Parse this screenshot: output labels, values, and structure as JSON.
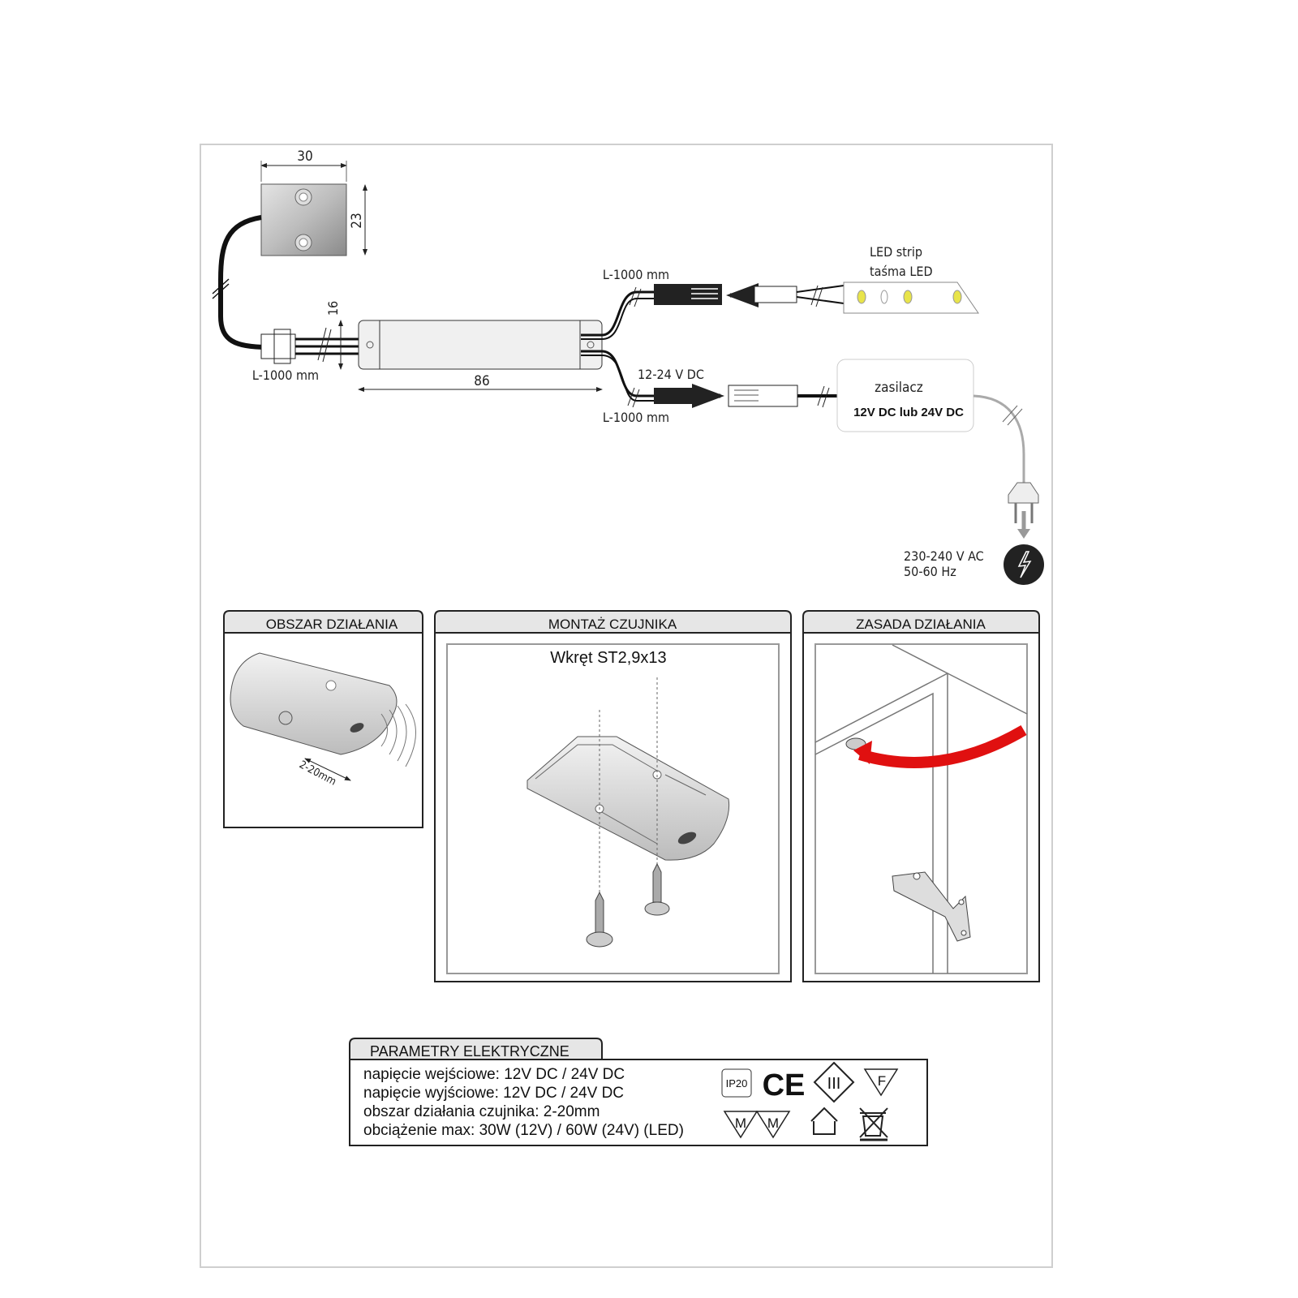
{
  "wiring": {
    "dim_width": "30",
    "dim_height": "23",
    "dim_box_height": "16",
    "dim_box_length": "86",
    "sensor_cable_length": "L-1000 mm",
    "led_cable_length": "L-1000 mm",
    "power_cable_length": "L-1000 mm",
    "power_voltage": "12-24 V DC",
    "led_strip_en": "LED strip",
    "led_strip_pl": "taśma LED",
    "psu_title": "zasilacz",
    "psu_rating": "12V DC lub 24V DC",
    "mains_voltage": "230-240 V AC",
    "mains_freq": "50-60 Hz"
  },
  "panels": {
    "range": {
      "title": "OBSZAR DZIAŁANIA",
      "range_label": "2-20mm"
    },
    "mounting": {
      "title": "MONTAŻ CZUJNIKA",
      "screw_label": "Wkręt ST2,9x13"
    },
    "principle": {
      "title": "ZASADA DZIAŁANIA"
    }
  },
  "params": {
    "title": "PARAMETRY ELEKTRYCZNE",
    "lines": [
      "napięcie wejściowe: 12V DC / 24V DC",
      "napięcie wyjściowe: 12V DC / 24V DC",
      "obszar działania czujnika: 2-20mm",
      "obciążenie max: 30W (12V) / 60W (24V) (LED)"
    ],
    "ip_rating": "IP20",
    "ce_mark": "CE",
    "class_mark": "III",
    "f_mark": "F",
    "m_mark": "M"
  },
  "colors": {
    "arrow": "#e01010",
    "panel_header": "#e6e6e6"
  }
}
